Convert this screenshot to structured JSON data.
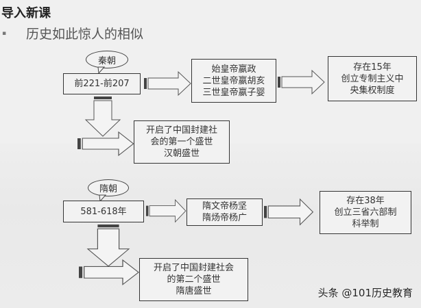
{
  "slide": {
    "title": "导入新课",
    "subtitle": "历史如此惊人的相似",
    "bullet": "▪"
  },
  "qin": {
    "label": "秦朝",
    "period": "前221-前207",
    "rulers": [
      "始皇帝嬴政",
      "二世皇帝嬴胡亥",
      "三世皇帝嬴子婴"
    ],
    "result": [
      "存在15年",
      "创立专制主义中",
      "央集权制度"
    ],
    "next": [
      "开启了中国封建社",
      "会的第一个盛世",
      "汉朝盛世"
    ]
  },
  "sui": {
    "label": "隋朝",
    "period": "581-618年",
    "rulers": [
      "隋文帝杨坚",
      "隋炀帝杨广"
    ],
    "result": [
      "存在38年",
      "创立三省六部制",
      "科举制"
    ],
    "next": [
      "开启了中国封建社会",
      "的第二个盛世",
      "隋唐盛世"
    ]
  },
  "watermark": "头条 @101历史教育"
}
